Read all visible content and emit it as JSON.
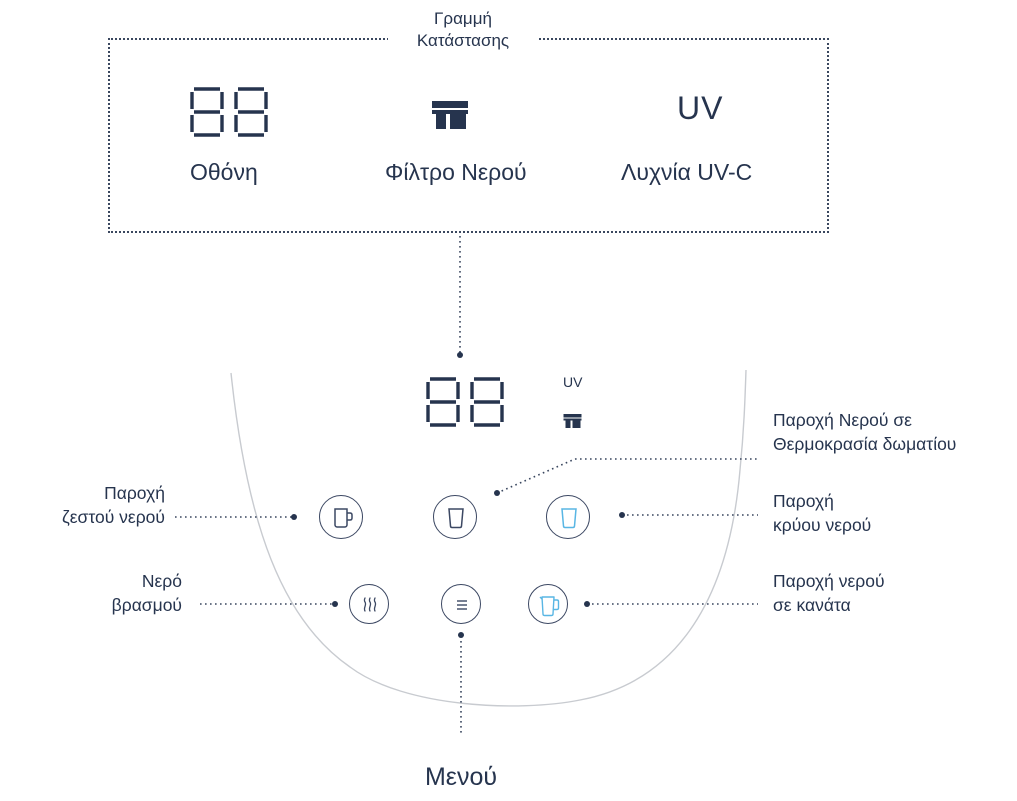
{
  "status_bar": {
    "title_line1": "Γραμμή",
    "title_line2": "Κατάστασης",
    "display_digits": "88",
    "display_label": "Οθόνη",
    "filter_icon": "filter-icon",
    "filter_label": "Φίλτρο Νερού",
    "uv_symbol": "UV",
    "uv_label": "Λυχνία UV-C"
  },
  "panel": {
    "display_digits": "88",
    "uv_symbol": "UV",
    "filter_icon": "filter-icon"
  },
  "buttons": [
    {
      "icon": "hot-mug-icon",
      "label_line1": "Παροχή",
      "label_line2": "ζεστού νερού",
      "icon_color": "#3c4863"
    },
    {
      "icon": "room-temp-glass-icon",
      "label_line1": "Παροχή Νερού σε",
      "label_line2": "Θερμοκρασία δωματίου",
      "icon_color": "#3c4863"
    },
    {
      "icon": "cold-glass-icon",
      "label_line1": "Παροχή",
      "label_line2": "κρύου νερού",
      "icon_color": "#59b6e4"
    },
    {
      "icon": "boiling-steam-icon",
      "label_line1": "Νερό",
      "label_line2": "βρασμού",
      "icon_color": "#3c4863"
    },
    {
      "icon": "menu-lines-icon",
      "label": "Μενού",
      "icon_color": "#3c4863"
    },
    {
      "icon": "jug-icon",
      "label_line1": "Παροχή νερού",
      "label_line2": "σε κανάτα",
      "icon_color": "#59b6e4"
    }
  ]
}
